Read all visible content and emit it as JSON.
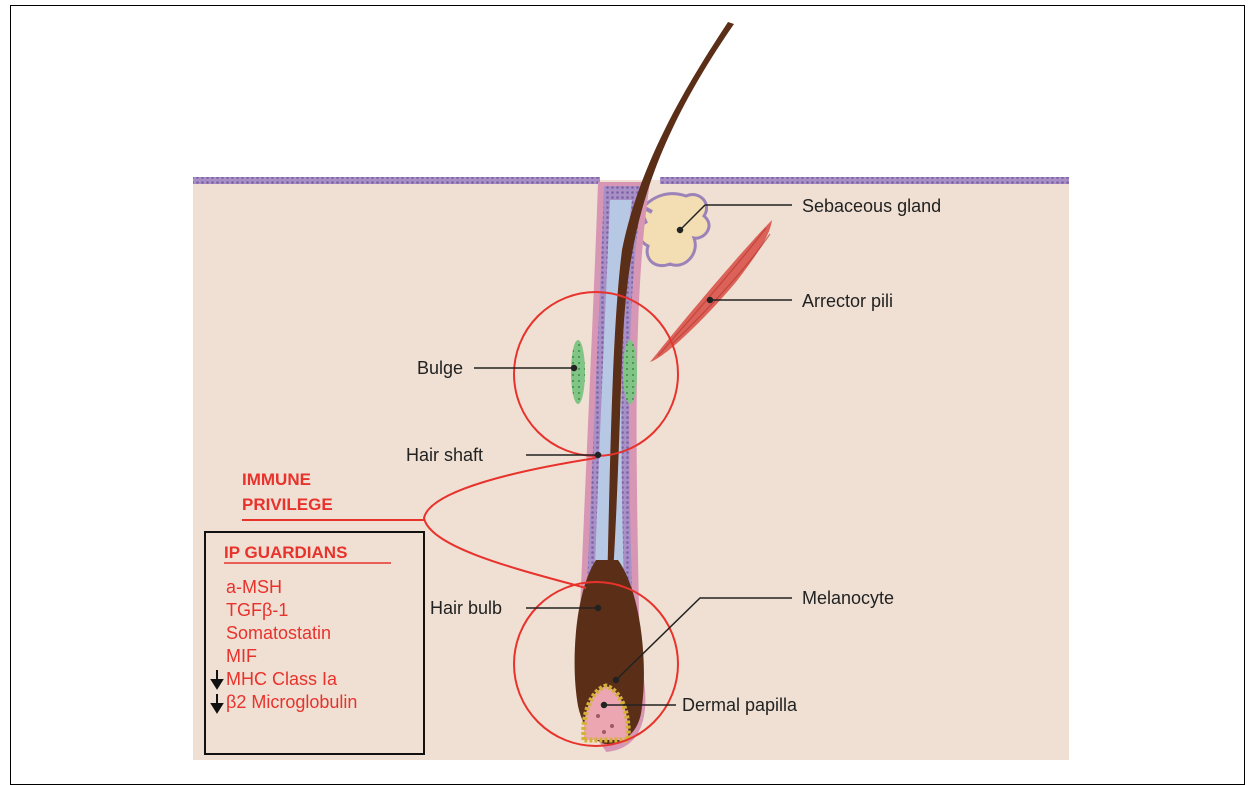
{
  "labels": {
    "sebaceous_gland": "Sebaceous gland",
    "arrector_pili": "Arrector pili",
    "bulge": "Bulge",
    "hair_shaft": "Hair shaft",
    "hair_bulb": "Hair bulb",
    "melanocyte": "Melanocyte",
    "dermal_papilla": "Dermal papilla"
  },
  "immune_privilege": {
    "line1": "IMMUNE",
    "line2": "PRIVILEGE"
  },
  "ip_guardians": {
    "title": "IP GUARDIANS",
    "items": [
      "a-MSH",
      "TGFβ-1",
      "Somatostatin",
      "MIF",
      "MHC Class Ia",
      "β2 Microglobulin"
    ],
    "down_arrow_items": [
      "MHC Class Ia",
      "β2 Microglobulin"
    ]
  },
  "colors": {
    "skin": "#efe0d3",
    "epidermis": "#9b82b8",
    "hair": "#5b2e17",
    "root_sheath": "#b7c8e4",
    "outer_sheath": "#d896b5",
    "bulge": "#7cbf7f",
    "muscle": "#d9534a",
    "gland": "#f3ddb3",
    "accent_red": "#e8322c"
  }
}
